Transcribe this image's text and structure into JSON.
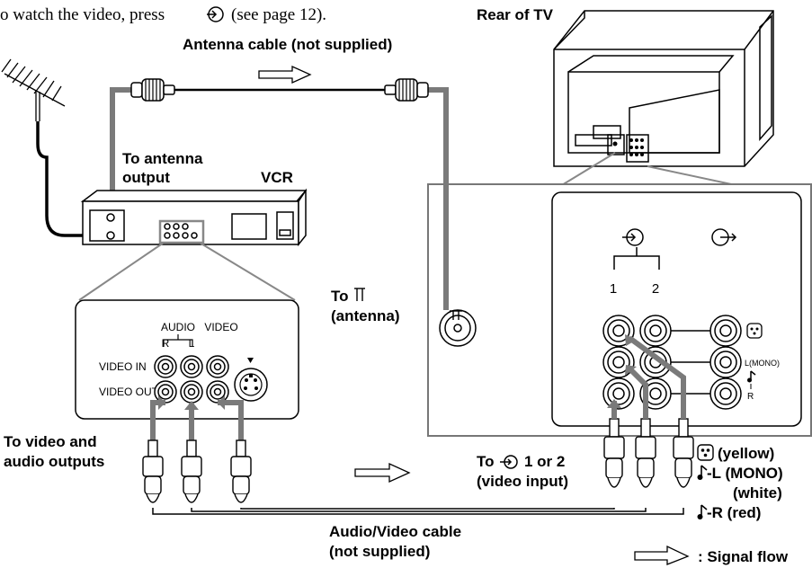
{
  "header": {
    "instruction_line": "o watch the video, press",
    "instruction_page_ref": "(see page 12)."
  },
  "labels": {
    "rear_of_tv": "Rear of TV",
    "antenna_cable": "Antenna cable (not supplied)",
    "to_antenna_output_1": "To antenna",
    "to_antenna_output_2": "output",
    "vcr": "VCR",
    "to_antenna_1": "To",
    "to_antenna_2": "(antenna)",
    "to_video_audio_outputs_1": "To video and",
    "to_video_audio_outputs_2": "audio outputs",
    "to_video_input_1": "To",
    "to_video_input_1b": "1 or 2",
    "to_video_input_2": "(video input)",
    "av_cable_1": "Audio/Video cable",
    "av_cable_2": "(not supplied)",
    "signal_flow": ": Signal flow"
  },
  "vcr_panel": {
    "audio": "AUDIO",
    "video": "VIDEO",
    "r": "R",
    "l": "L",
    "video_in": "VIDEO IN",
    "video_out": "VIDEO OUT"
  },
  "tv_panel": {
    "input_1": "1",
    "input_2": "2",
    "l_mono": "L(MONO)",
    "r": "R"
  },
  "legend": {
    "yellow": "(yellow)",
    "l_mono": "-L (MONO)",
    "white": "(white)",
    "r_red": "-R (red)"
  },
  "colors": {
    "cable": "#7a7a7a",
    "line": "#000000",
    "background": "#ffffff"
  }
}
